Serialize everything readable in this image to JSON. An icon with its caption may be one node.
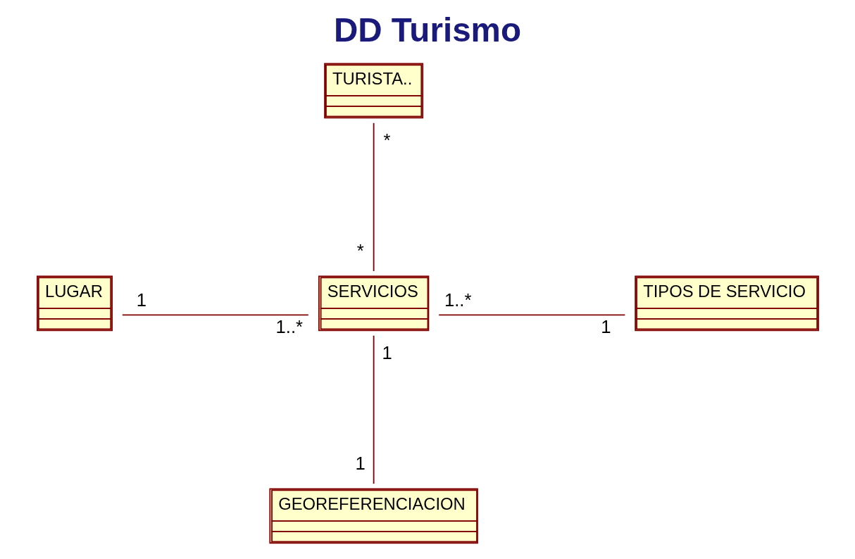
{
  "diagram": {
    "title": "DD Turismo",
    "nodes": [
      {
        "text": [
          "TURISTA.."
        ]
      },
      {
        "text": [
          "SERVICIOS"
        ]
      },
      {
        "text": [
          "LUGAR"
        ]
      },
      {
        "text": [
          "TIPOS DE SERVICIO"
        ]
      },
      {
        "text": [
          "GEOREFERENCIACION"
        ]
      }
    ],
    "edges": [
      {
        "from": 0,
        "to": 1,
        "arrow": "none"
      },
      {
        "from": 2,
        "to": 1,
        "arrow": "none"
      },
      {
        "from": 1,
        "to": 3,
        "arrow": "none"
      },
      {
        "from": 1,
        "to": 4,
        "arrow": "none"
      }
    ],
    "labels": [
      "*",
      "*",
      "1",
      "1..*",
      "1..*",
      "1",
      "1",
      "1"
    ]
  }
}
